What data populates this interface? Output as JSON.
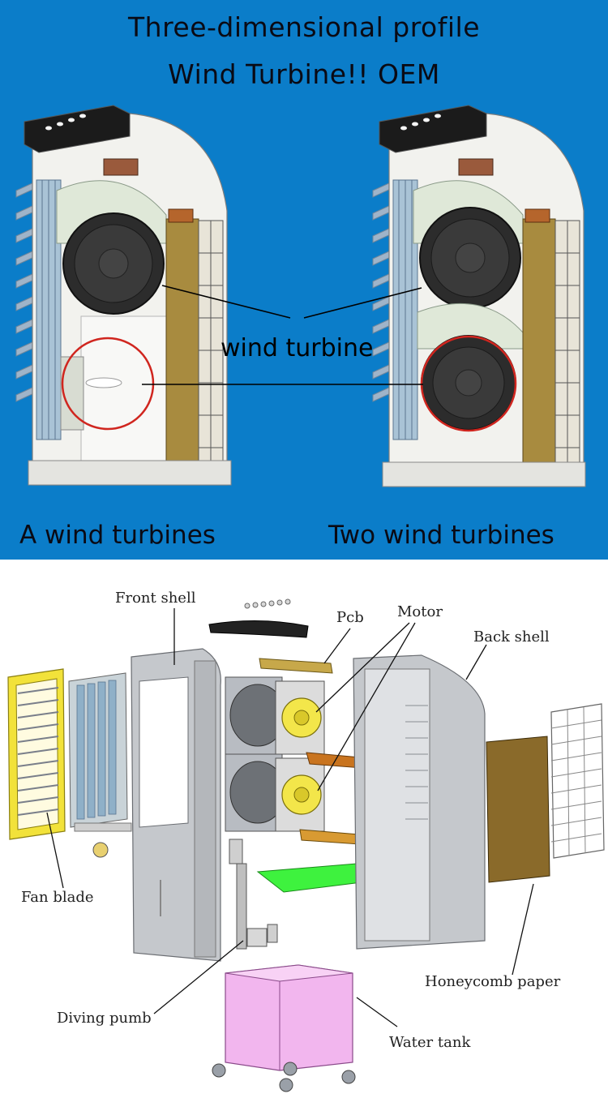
{
  "top_panel": {
    "title_line1": "Three-dimensional profile",
    "title_line2": "Wind Turbine!! OEM",
    "turbine_label": "wind turbine",
    "caption_left": "A wind turbines",
    "caption_right": "Two wind turbines",
    "background_color": "#0b7dc9",
    "highlight_color": "#d0261f"
  },
  "exploded_view": {
    "labels": {
      "front_shell": "Front shell",
      "pcb": "Pcb",
      "motor": "Motor",
      "back_shell": "Back shell",
      "fan_blade": "Fan blade",
      "honeycomb_paper": "Honeycomb paper",
      "diving_pumb": "Diving pumb",
      "water_tank": "Water tank"
    },
    "part_colors": {
      "fan_blade": "#f2e23a",
      "motor": "#f3e64a",
      "honeycomb": "#8a6a2a",
      "water_tank": "#f2b6ee",
      "float_tray": "#3ef23e",
      "bracket": "#c9741f"
    }
  }
}
